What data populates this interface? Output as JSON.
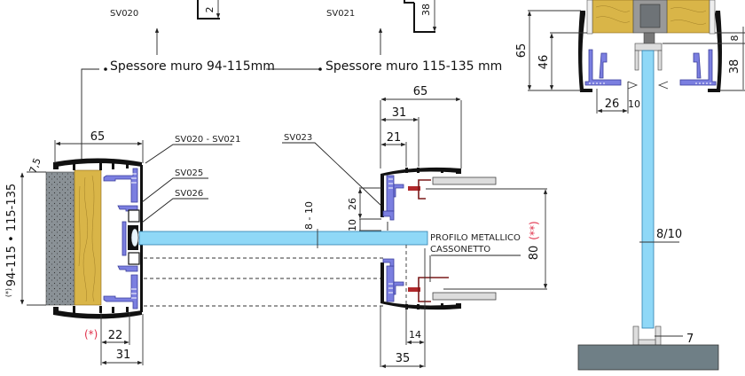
{
  "drawing": {
    "variants": {
      "sv020": "SV020",
      "sv021": "SV021",
      "sv020_dim": "2",
      "sv021_dim": "38"
    },
    "wall_notes": {
      "thin": "Spessore muro 94-115mm",
      "thick": "Spessore muro 115-135 mm"
    },
    "left_section": {
      "top_width": "65",
      "top_offset": "7,5",
      "wall_range": "94-115 • 115-135",
      "wall_range_note": "(*)",
      "bottom_inner": "22",
      "bottom_outer": "31",
      "red_note": "(*)",
      "callouts": [
        "SV020 - SV021",
        "SV025",
        "SV026"
      ]
    },
    "center_section": {
      "callout": "SV023",
      "top_total": "65",
      "top_mid": "31",
      "top_inner": "21",
      "gap_range": "8 - 10",
      "height_26": "26",
      "height_10": "10",
      "bottom_inner": "14",
      "bottom_outer": "35",
      "profile_label_1": "PROFILO METALLICO",
      "profile_label_2": "CASSONETTO",
      "height_80": "80",
      "red_note": "(**)"
    },
    "right_section": {
      "height_65": "65",
      "height_46": "46",
      "height_8": "8",
      "height_38": "38",
      "width_26": "26",
      "width_10": "10",
      "glass_thickness": "8/10",
      "base_gap": "7"
    }
  },
  "colors": {
    "glass": "#8fd8f7",
    "gasket": "#7b7fe0",
    "wood": "#d9b548",
    "concrete": "#8a9196",
    "base": "#6f7f86",
    "red_note": "#e0304a"
  }
}
